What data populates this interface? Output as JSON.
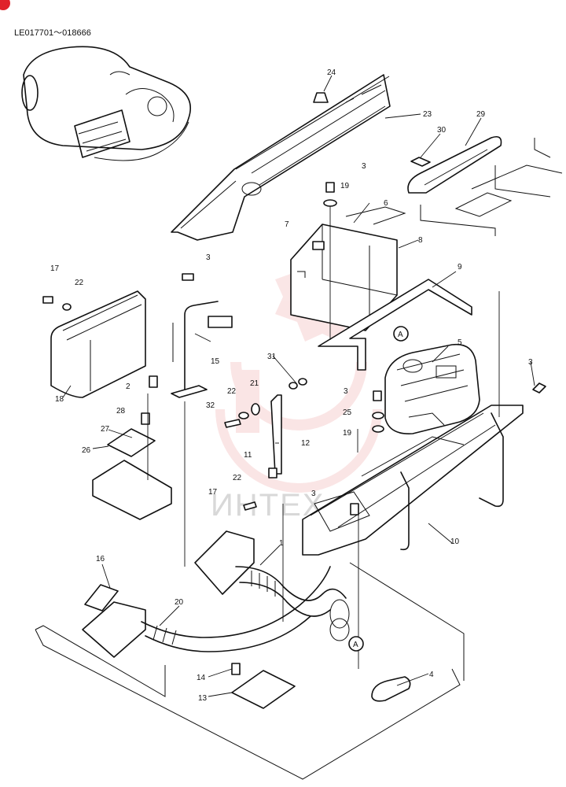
{
  "header": {
    "serial_range": "LE017701～018666"
  },
  "watermark": {
    "text": "ИНТЕХ",
    "color": "#f2b6b6"
  },
  "callouts": {
    "p1": "1",
    "p2": "2",
    "p3a": "3",
    "p3b": "3",
    "p3c": "3",
    "p3d": "3",
    "p3e": "3",
    "p4": "4",
    "p5": "5",
    "p6": "6",
    "p7": "7",
    "p8": "8",
    "p9": "9",
    "p10": "10",
    "p11": "11",
    "p12": "12",
    "p13": "13",
    "p14": "14",
    "p15": "15",
    "p16": "16",
    "p17a": "17",
    "p17b": "17",
    "p18": "18",
    "p19a": "19",
    "p19b": "19",
    "p20": "20",
    "p21": "21",
    "p22a": "22",
    "p22b": "22",
    "p22c": "22",
    "p23": "23",
    "p24": "24",
    "p25": "25",
    "p26": "26",
    "p27": "27",
    "p28": "28",
    "p29": "29",
    "p30": "30",
    "p31": "31",
    "p32": "32",
    "refA1": "A",
    "refA2": "A"
  }
}
